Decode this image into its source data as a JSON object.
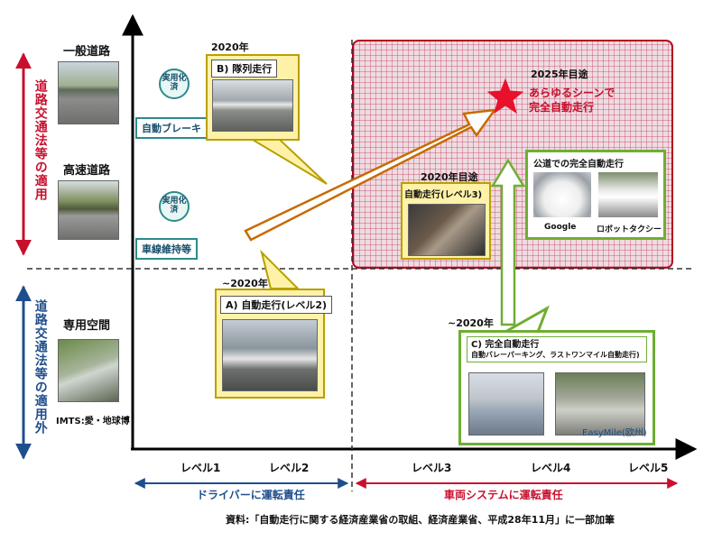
{
  "side": {
    "upper_label": "道路交通法等の適用",
    "lower_label": "道路交通法等の適用外",
    "upper_color": "#c8102e",
    "lower_color": "#1f4e8c"
  },
  "rows": {
    "general_road": "一般道路",
    "highway": "高速道路",
    "dedicated": "専用空間",
    "imts_caption": "IMTS:愛・地球博"
  },
  "practical": {
    "circle1": "実用化済",
    "tag1": "自動ブレーキ",
    "circle2": "実用化済",
    "tag2": "車線維持等"
  },
  "platoon": {
    "year": "2020年",
    "title": "B) 隊列走行"
  },
  "level2": {
    "year": "~2020年",
    "title": "A) 自動走行(レベル2)"
  },
  "level3": {
    "year": "2020年目途",
    "title": "自動走行(レベル3)"
  },
  "goal2025": {
    "year": "2025年目途",
    "line1": "あらゆるシーンで",
    "line2": "完全自動走行",
    "star_color": "#e8102a"
  },
  "public_road": {
    "title": "公道での完全自動走行",
    "cap_google": "Google",
    "cap_taxi": "ロボットタクシー"
  },
  "full_auto": {
    "year": "~2020年",
    "title": "C) 完全自動走行",
    "subtitle": "自動バレーパーキング、ラストワンマイル自動走行)",
    "cap_easymile": "EasyMile(欧州)"
  },
  "axis": {
    "levels": [
      "レベル1",
      "レベル2",
      "レベル3",
      "レベル4",
      "レベル5"
    ],
    "driver": "ドライバーに運転責任",
    "system": "車両システムに運転責任",
    "driver_color": "#1f4e8c",
    "system_color": "#c8102e"
  },
  "source": "資料:「自動走行に関する経済産業省の取組、経済産業省、平成28年11月」に一部加筆"
}
